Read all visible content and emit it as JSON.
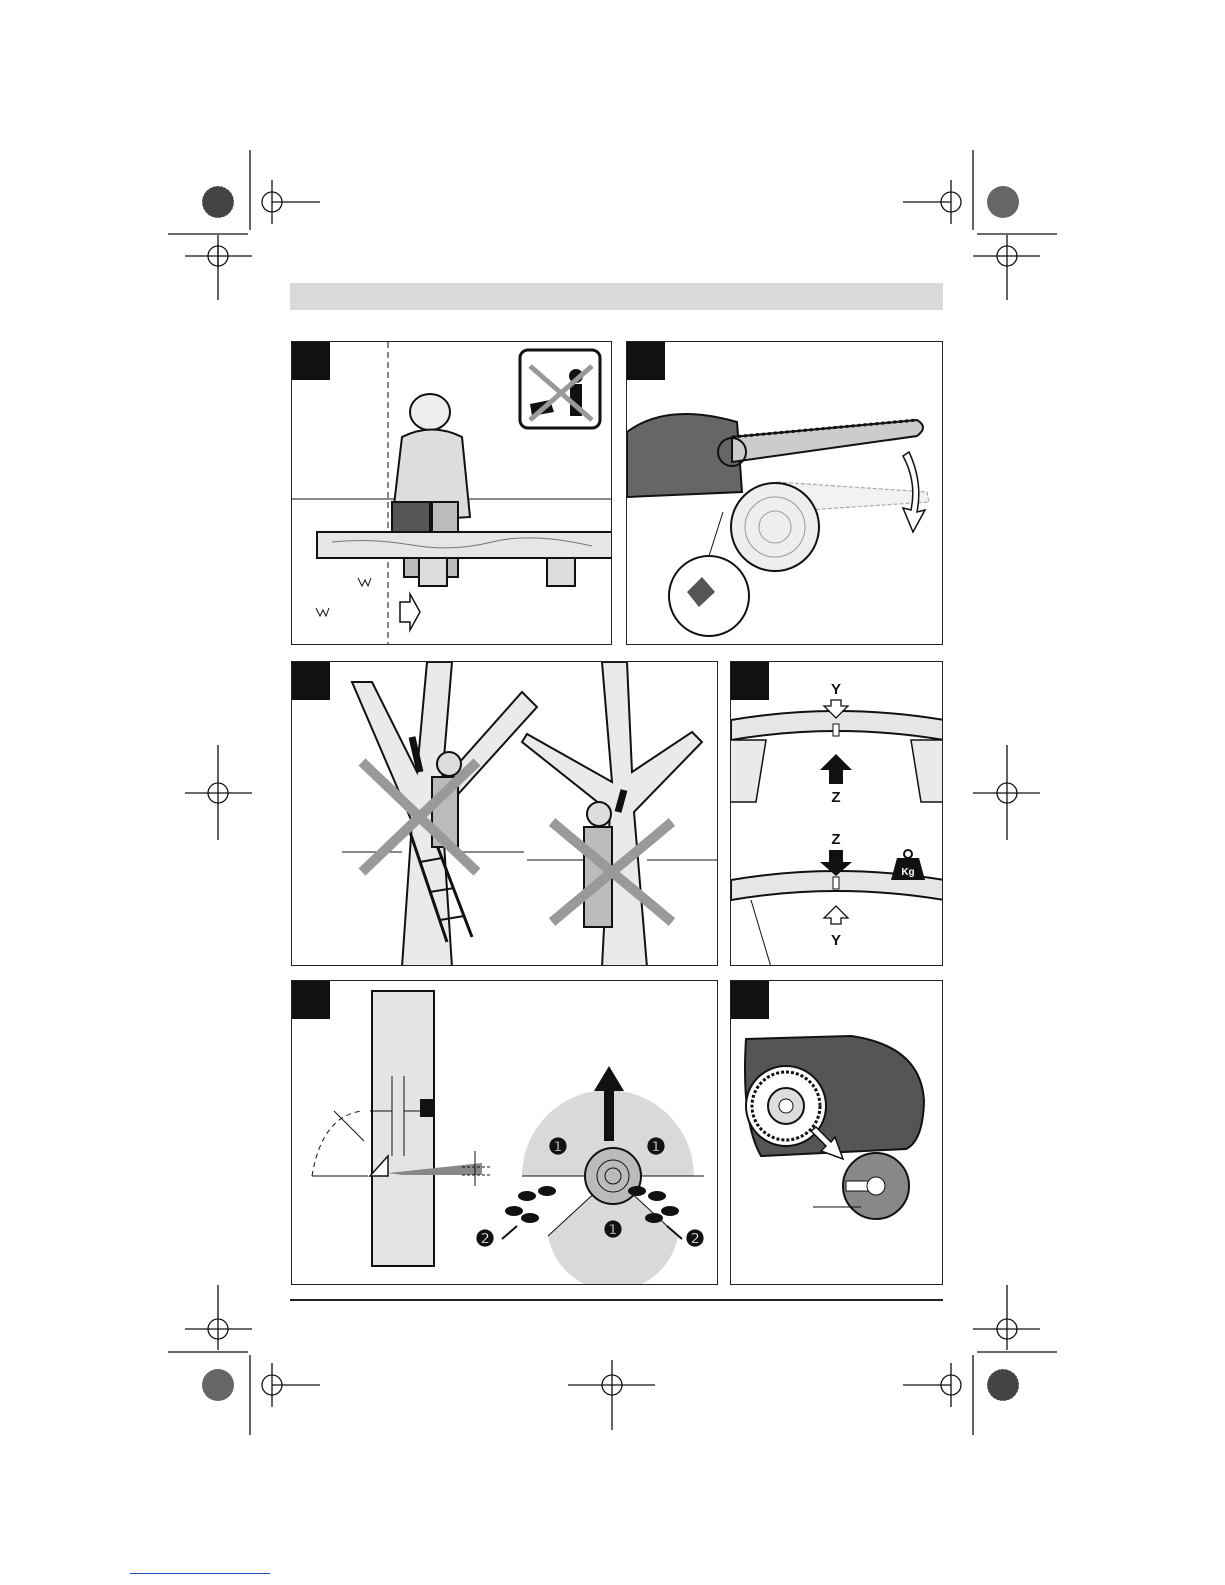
{
  "figures": {
    "force_diagram": {
      "label_top_y": "Y",
      "label_top_z": "Z",
      "label_bottom_z": "Z",
      "label_bottom_y": "Y",
      "weight_label": "Kg"
    },
    "felling": {
      "zone_1": "❶",
      "zone_2": "❷"
    }
  }
}
